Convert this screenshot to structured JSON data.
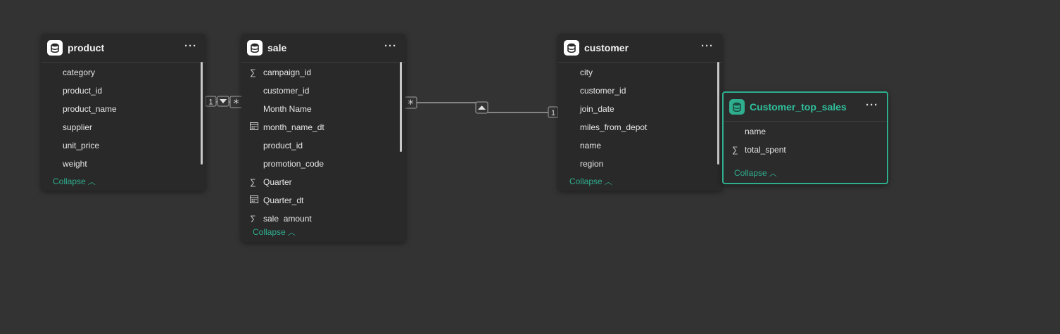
{
  "tables": {
    "product": {
      "title": "product",
      "fields": [
        "category",
        "product_id",
        "product_name",
        "supplier",
        "unit_price",
        "weight"
      ],
      "collapse_label": "Collapse"
    },
    "sale": {
      "title": "sale",
      "fields": [
        {
          "name": "campaign_id",
          "icon": "sigma-icon"
        },
        {
          "name": "customer_id",
          "icon": ""
        },
        {
          "name": "Month Name",
          "icon": ""
        },
        {
          "name": "month_name_dt",
          "icon": "calendar-icon"
        },
        {
          "name": "product_id",
          "icon": ""
        },
        {
          "name": "promotion_code",
          "icon": ""
        },
        {
          "name": "Quarter",
          "icon": "sigma-icon"
        },
        {
          "name": "Quarter_dt",
          "icon": "calendar-icon"
        },
        {
          "name": "sale_amount",
          "icon": "sigma-icon"
        }
      ],
      "collapse_label": "Collapse"
    },
    "customer": {
      "title": "customer",
      "fields": [
        "city",
        "customer_id",
        "join_date",
        "miles_from_depot",
        "name",
        "region"
      ],
      "collapse_label": "Collapse"
    },
    "customer_top_sales": {
      "title": "Customer_top_sales",
      "fields": [
        {
          "name": "name",
          "icon": ""
        },
        {
          "name": "total_spent",
          "icon": "sigma-icon"
        }
      ],
      "collapse_label": "Collapse"
    }
  },
  "relationships": [
    {
      "from": "product",
      "to": "sale",
      "from_cardinality": "1",
      "to_cardinality": "*",
      "direction": "single"
    },
    {
      "from": "sale",
      "to": "customer",
      "from_cardinality": "*",
      "to_cardinality": "1",
      "direction": "single"
    }
  ],
  "more_label": "···",
  "colors": {
    "canvas": "#333333",
    "card": "#292929",
    "accent": "#2fae8e"
  }
}
